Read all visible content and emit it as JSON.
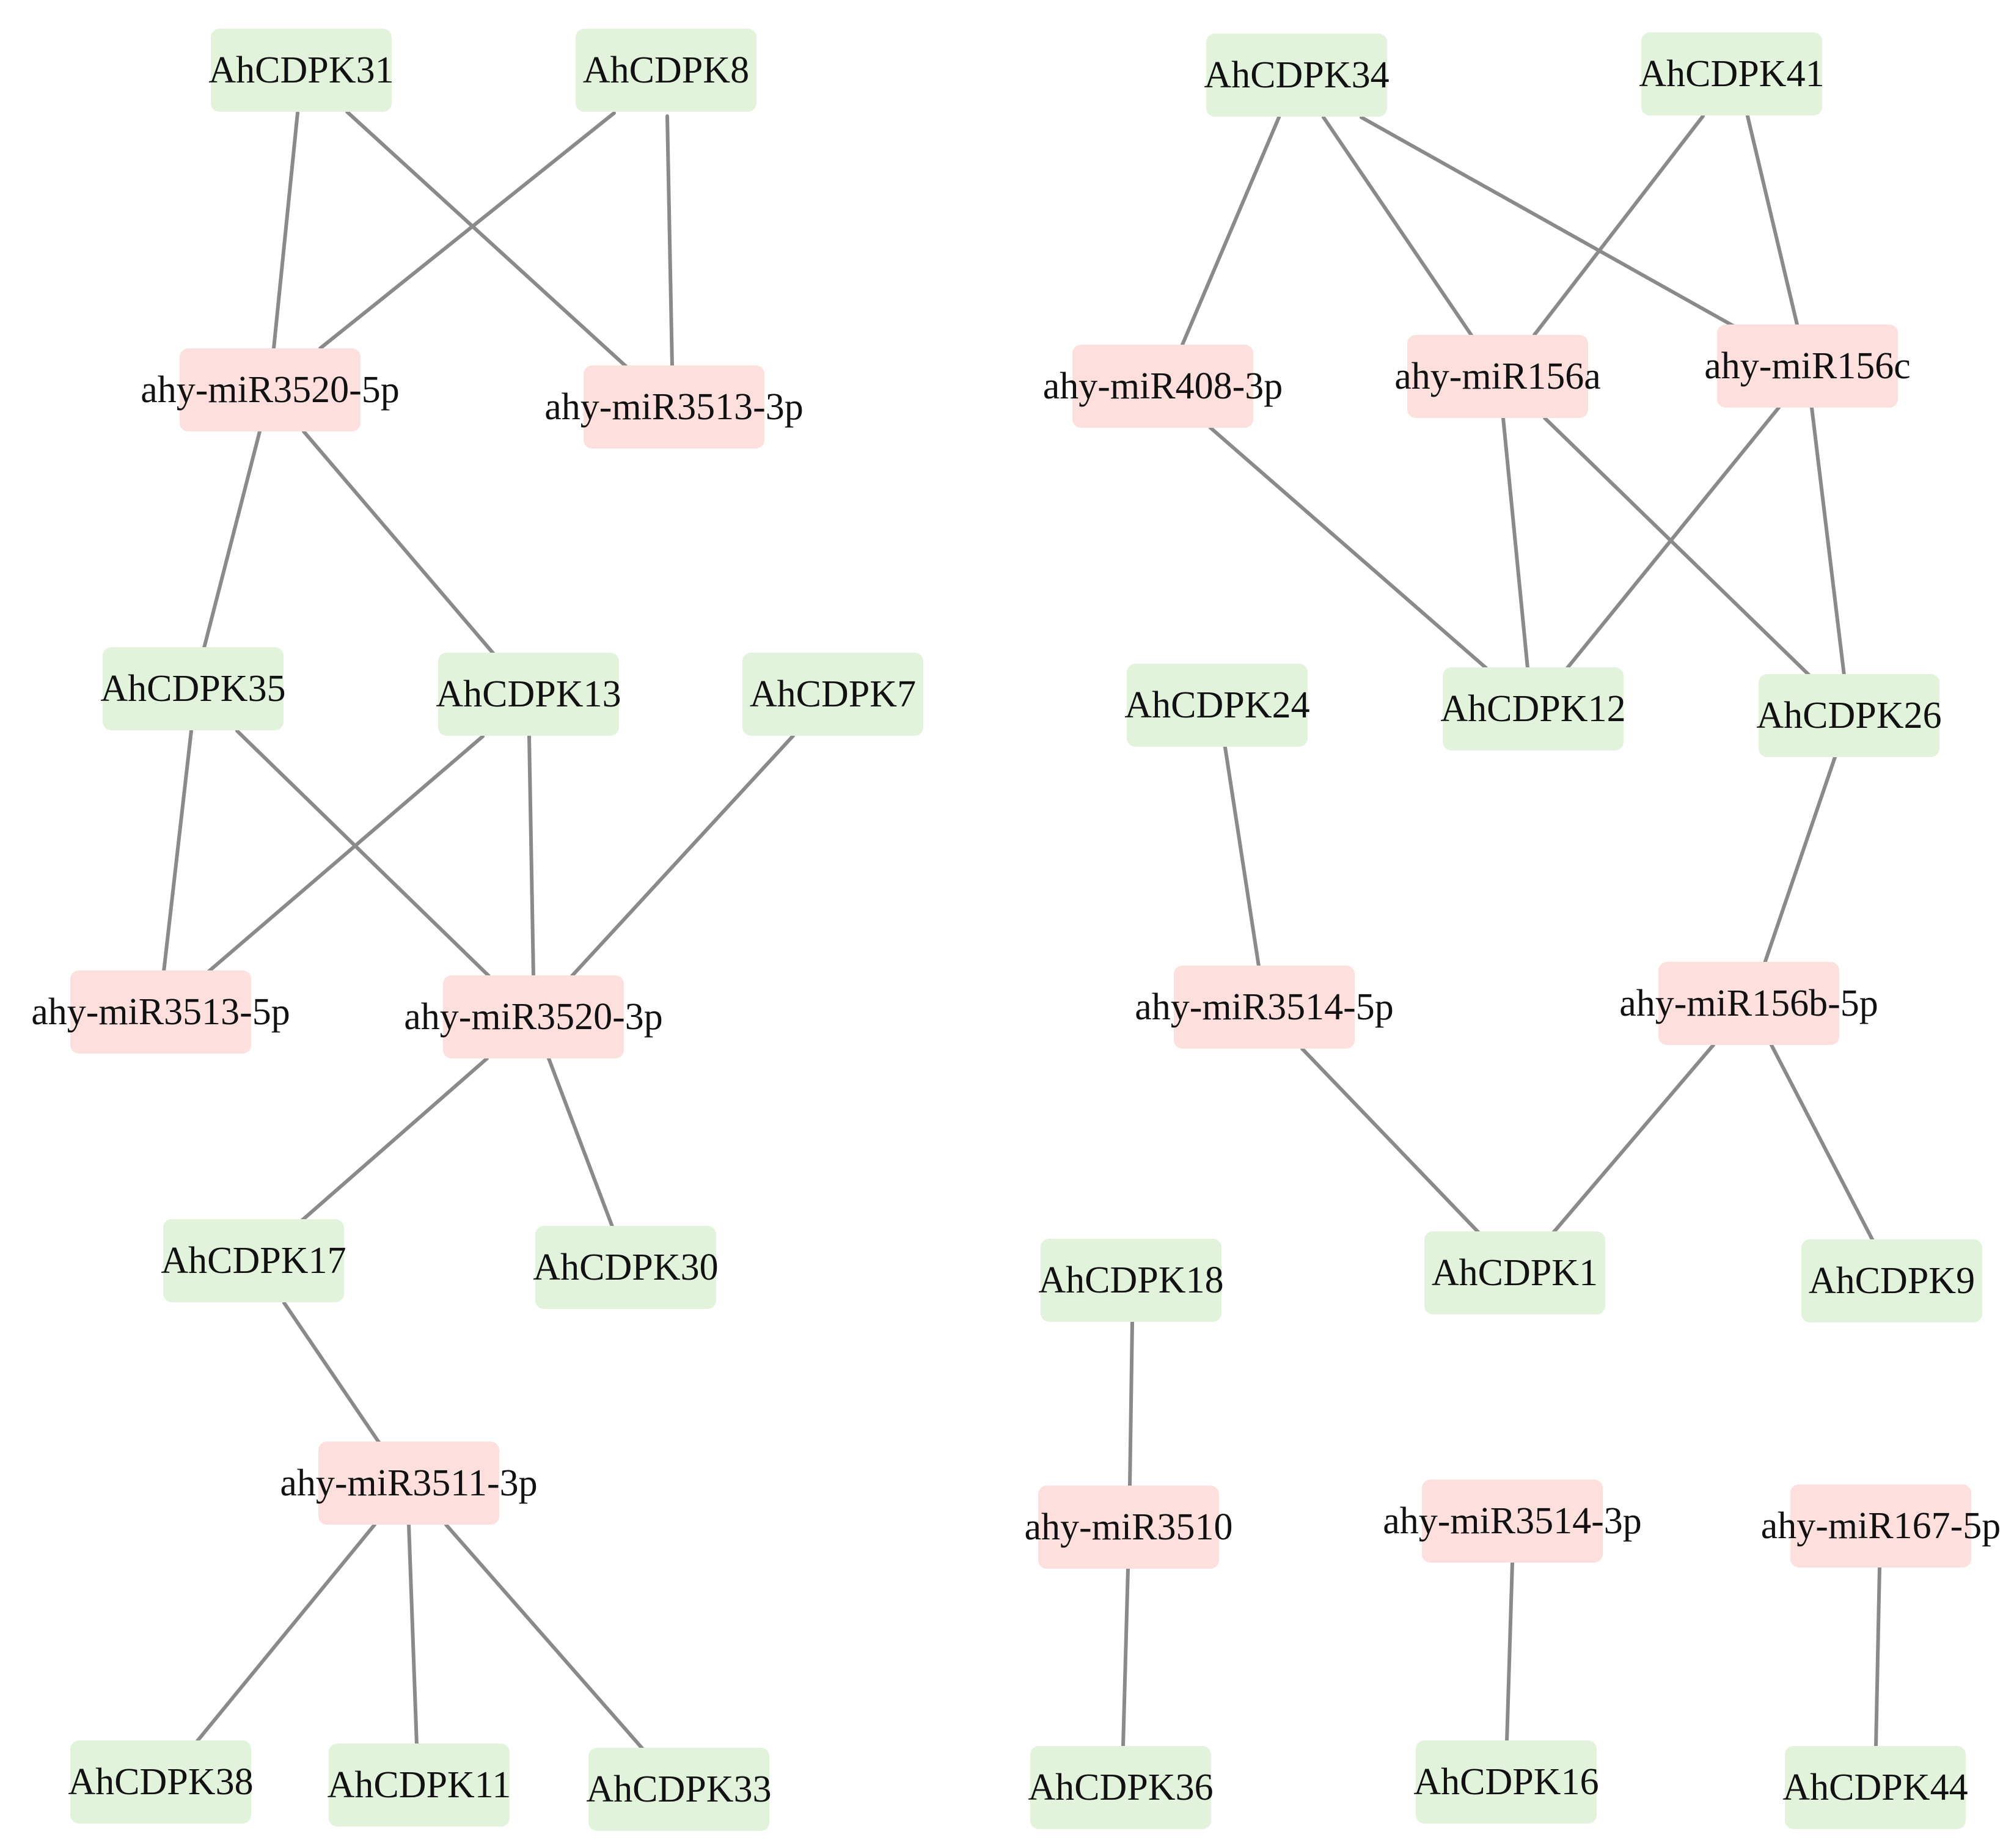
{
  "colors": {
    "gene_fill": "#e2f3dc",
    "mirna_fill": "#fde0dd",
    "edge": "#8a8a8a",
    "text": "#111111"
  },
  "nodes": [
    {
      "id": "AhCDPK31",
      "label": "AhCDPK31",
      "kind": "gene"
    },
    {
      "id": "AhCDPK8",
      "label": "AhCDPK8",
      "kind": "gene"
    },
    {
      "id": "ahy-miR3520-5p",
      "label": "ahy-miR3520-5p",
      "kind": "mirna"
    },
    {
      "id": "ahy-miR3513-3p",
      "label": "ahy-miR3513-3p",
      "kind": "mirna"
    },
    {
      "id": "AhCDPK35",
      "label": "AhCDPK35",
      "kind": "gene"
    },
    {
      "id": "AhCDPK13",
      "label": "AhCDPK13",
      "kind": "gene"
    },
    {
      "id": "AhCDPK7",
      "label": "AhCDPK7",
      "kind": "gene"
    },
    {
      "id": "ahy-miR3513-5p",
      "label": "ahy-miR3513-5p",
      "kind": "mirna"
    },
    {
      "id": "ahy-miR3520-3p",
      "label": "ahy-miR3520-3p",
      "kind": "mirna"
    },
    {
      "id": "AhCDPK17",
      "label": "AhCDPK17",
      "kind": "gene"
    },
    {
      "id": "AhCDPK30",
      "label": "AhCDPK30",
      "kind": "gene"
    },
    {
      "id": "ahy-miR3511-3p",
      "label": "ahy-miR3511-3p",
      "kind": "mirna"
    },
    {
      "id": "AhCDPK38",
      "label": "AhCDPK38",
      "kind": "gene"
    },
    {
      "id": "AhCDPK11",
      "label": "AhCDPK11",
      "kind": "gene"
    },
    {
      "id": "AhCDPK33",
      "label": "AhCDPK33",
      "kind": "gene"
    },
    {
      "id": "AhCDPK34",
      "label": "AhCDPK34",
      "kind": "gene"
    },
    {
      "id": "AhCDPK41",
      "label": "AhCDPK41",
      "kind": "gene"
    },
    {
      "id": "ahy-miR408-3p",
      "label": "ahy-miR408-3p",
      "kind": "mirna"
    },
    {
      "id": "ahy-miR156a",
      "label": "ahy-miR156a",
      "kind": "mirna"
    },
    {
      "id": "ahy-miR156c",
      "label": "ahy-miR156c",
      "kind": "mirna"
    },
    {
      "id": "AhCDPK24",
      "label": "AhCDPK24",
      "kind": "gene"
    },
    {
      "id": "AhCDPK12",
      "label": "AhCDPK12",
      "kind": "gene"
    },
    {
      "id": "AhCDPK26",
      "label": "AhCDPK26",
      "kind": "gene"
    },
    {
      "id": "ahy-miR3514-5p",
      "label": "ahy-miR3514-5p",
      "kind": "mirna"
    },
    {
      "id": "ahy-miR156b-5p",
      "label": "ahy-miR156b-5p",
      "kind": "mirna"
    },
    {
      "id": "AhCDPK18",
      "label": "AhCDPK18",
      "kind": "gene"
    },
    {
      "id": "AhCDPK1",
      "label": "AhCDPK1",
      "kind": "gene"
    },
    {
      "id": "AhCDPK9",
      "label": "AhCDPK9",
      "kind": "gene"
    },
    {
      "id": "ahy-miR3510",
      "label": "ahy-miR3510",
      "kind": "mirna"
    },
    {
      "id": "ahy-miR3514-3p",
      "label": "ahy-miR3514-3p",
      "kind": "mirna"
    },
    {
      "id": "ahy-miR167-5p",
      "label": "ahy-miR167-5p",
      "kind": "mirna"
    },
    {
      "id": "AhCDPK36",
      "label": "AhCDPK36",
      "kind": "gene"
    },
    {
      "id": "AhCDPK16",
      "label": "AhCDPK16",
      "kind": "gene"
    },
    {
      "id": "AhCDPK44",
      "label": "AhCDPK44",
      "kind": "gene"
    }
  ],
  "edges": [
    [
      "AhCDPK31",
      "ahy-miR3520-5p"
    ],
    [
      "AhCDPK31",
      "ahy-miR3513-3p"
    ],
    [
      "AhCDPK8",
      "ahy-miR3520-5p"
    ],
    [
      "AhCDPK8",
      "ahy-miR3513-3p"
    ],
    [
      "ahy-miR3520-5p",
      "AhCDPK35"
    ],
    [
      "ahy-miR3520-5p",
      "AhCDPK13"
    ],
    [
      "AhCDPK35",
      "ahy-miR3513-5p"
    ],
    [
      "AhCDPK35",
      "ahy-miR3520-3p"
    ],
    [
      "AhCDPK13",
      "ahy-miR3513-5p"
    ],
    [
      "AhCDPK13",
      "ahy-miR3520-3p"
    ],
    [
      "AhCDPK7",
      "ahy-miR3520-3p"
    ],
    [
      "ahy-miR3520-3p",
      "AhCDPK17"
    ],
    [
      "ahy-miR3520-3p",
      "AhCDPK30"
    ],
    [
      "AhCDPK17",
      "ahy-miR3511-3p"
    ],
    [
      "ahy-miR3511-3p",
      "AhCDPK38"
    ],
    [
      "ahy-miR3511-3p",
      "AhCDPK11"
    ],
    [
      "ahy-miR3511-3p",
      "AhCDPK33"
    ],
    [
      "AhCDPK34",
      "ahy-miR408-3p"
    ],
    [
      "AhCDPK34",
      "ahy-miR156a"
    ],
    [
      "AhCDPK34",
      "ahy-miR156c"
    ],
    [
      "AhCDPK41",
      "ahy-miR156a"
    ],
    [
      "AhCDPK41",
      "ahy-miR156c"
    ],
    [
      "ahy-miR408-3p",
      "AhCDPK12"
    ],
    [
      "ahy-miR156a",
      "AhCDPK12"
    ],
    [
      "ahy-miR156a",
      "AhCDPK26"
    ],
    [
      "ahy-miR156c",
      "AhCDPK12"
    ],
    [
      "ahy-miR156c",
      "AhCDPK26"
    ],
    [
      "AhCDPK24",
      "ahy-miR3514-5p"
    ],
    [
      "AhCDPK26",
      "ahy-miR156b-5p"
    ],
    [
      "ahy-miR3514-5p",
      "AhCDPK1"
    ],
    [
      "ahy-miR156b-5p",
      "AhCDPK1"
    ],
    [
      "ahy-miR156b-5p",
      "AhCDPK9"
    ],
    [
      "AhCDPK18",
      "ahy-miR3510"
    ],
    [
      "ahy-miR3510",
      "AhCDPK36"
    ],
    [
      "ahy-miR3514-3p",
      "AhCDPK16"
    ],
    [
      "ahy-miR167-5p",
      "AhCDPK44"
    ]
  ]
}
